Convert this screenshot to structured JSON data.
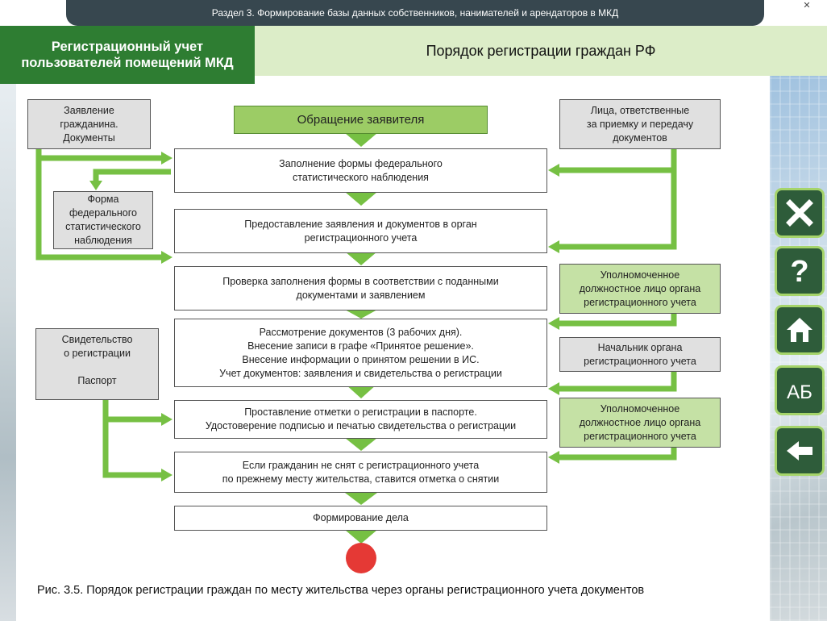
{
  "top_bar": {
    "title": "Раздел 3. Формирование базы данных собственников, нанимателей и арендаторов в МКД"
  },
  "header": {
    "left_lines": [
      "Регистрационный учет",
      "пользователей помещений МКД"
    ],
    "right_title": "Порядок регистрации граждан РФ"
  },
  "start": {
    "label": "Обращение заявителя"
  },
  "center_steps": [
    {
      "lines": [
        "Заполнение формы федерального",
        "статистического наблюдения"
      ]
    },
    {
      "lines": [
        "Предоставление заявления и документов в орган",
        "регистрационного учета"
      ]
    },
    {
      "lines": [
        "Проверка заполнения формы в соответствии с поданными",
        "документами и заявлением"
      ]
    },
    {
      "lines": [
        "Рассмотрение документов (3 рабочих дня).",
        "Внесение записи в графе «Принятое решение».",
        "Внесение информации о принятом решении в ИС.",
        "Учет документов: заявления и свидетельства о регистрации"
      ]
    },
    {
      "lines": [
        "Проставление отметки о регистрации в паспорте.",
        "Удостоверение подписью и печатью свидетельства о регистрации"
      ]
    },
    {
      "lines": [
        "Если гражданин не снят с регистрационного учета",
        "по прежнему месту жительства, ставится отметка о снятии"
      ]
    },
    {
      "lines": [
        "Формирование дела"
      ]
    }
  ],
  "left_boxes": [
    {
      "lines": [
        "Заявление",
        "гражданина.",
        "Документы"
      ]
    },
    {
      "lines": [
        "Форма",
        "федерального",
        "статистического",
        "наблюдения"
      ]
    },
    {
      "lines": [
        "Свидетельство",
        "о регистрации",
        "",
        "Паспорт"
      ]
    }
  ],
  "right_boxes": [
    {
      "lines": [
        "Лица, ответственные",
        "за приемку и передачу",
        "документов"
      ]
    },
    {
      "lines": [
        "Уполномоченное",
        "должностное лицо органа",
        "регистрационного учета"
      ]
    },
    {
      "lines": [
        "Начальник органа",
        "регистрационного учета"
      ]
    },
    {
      "lines": [
        "Уполномоченное",
        "должностное лицо органа",
        "регистрационного учета"
      ]
    }
  ],
  "caption": "Рис. 3.5. Порядок регистрации граждан по месту жительства через органы регистрационного учета документов",
  "side_buttons": [
    {
      "icon": "close-icon"
    },
    {
      "icon": "help-icon"
    },
    {
      "icon": "home-icon"
    },
    {
      "icon": "glossary-icon",
      "label": "АБ"
    },
    {
      "icon": "back-arrow-icon"
    }
  ],
  "colors": {
    "arrow_green": "#76c043",
    "end_red": "#e53935",
    "dark_green": "#2e7d32",
    "light_green": "#dcedc8"
  }
}
